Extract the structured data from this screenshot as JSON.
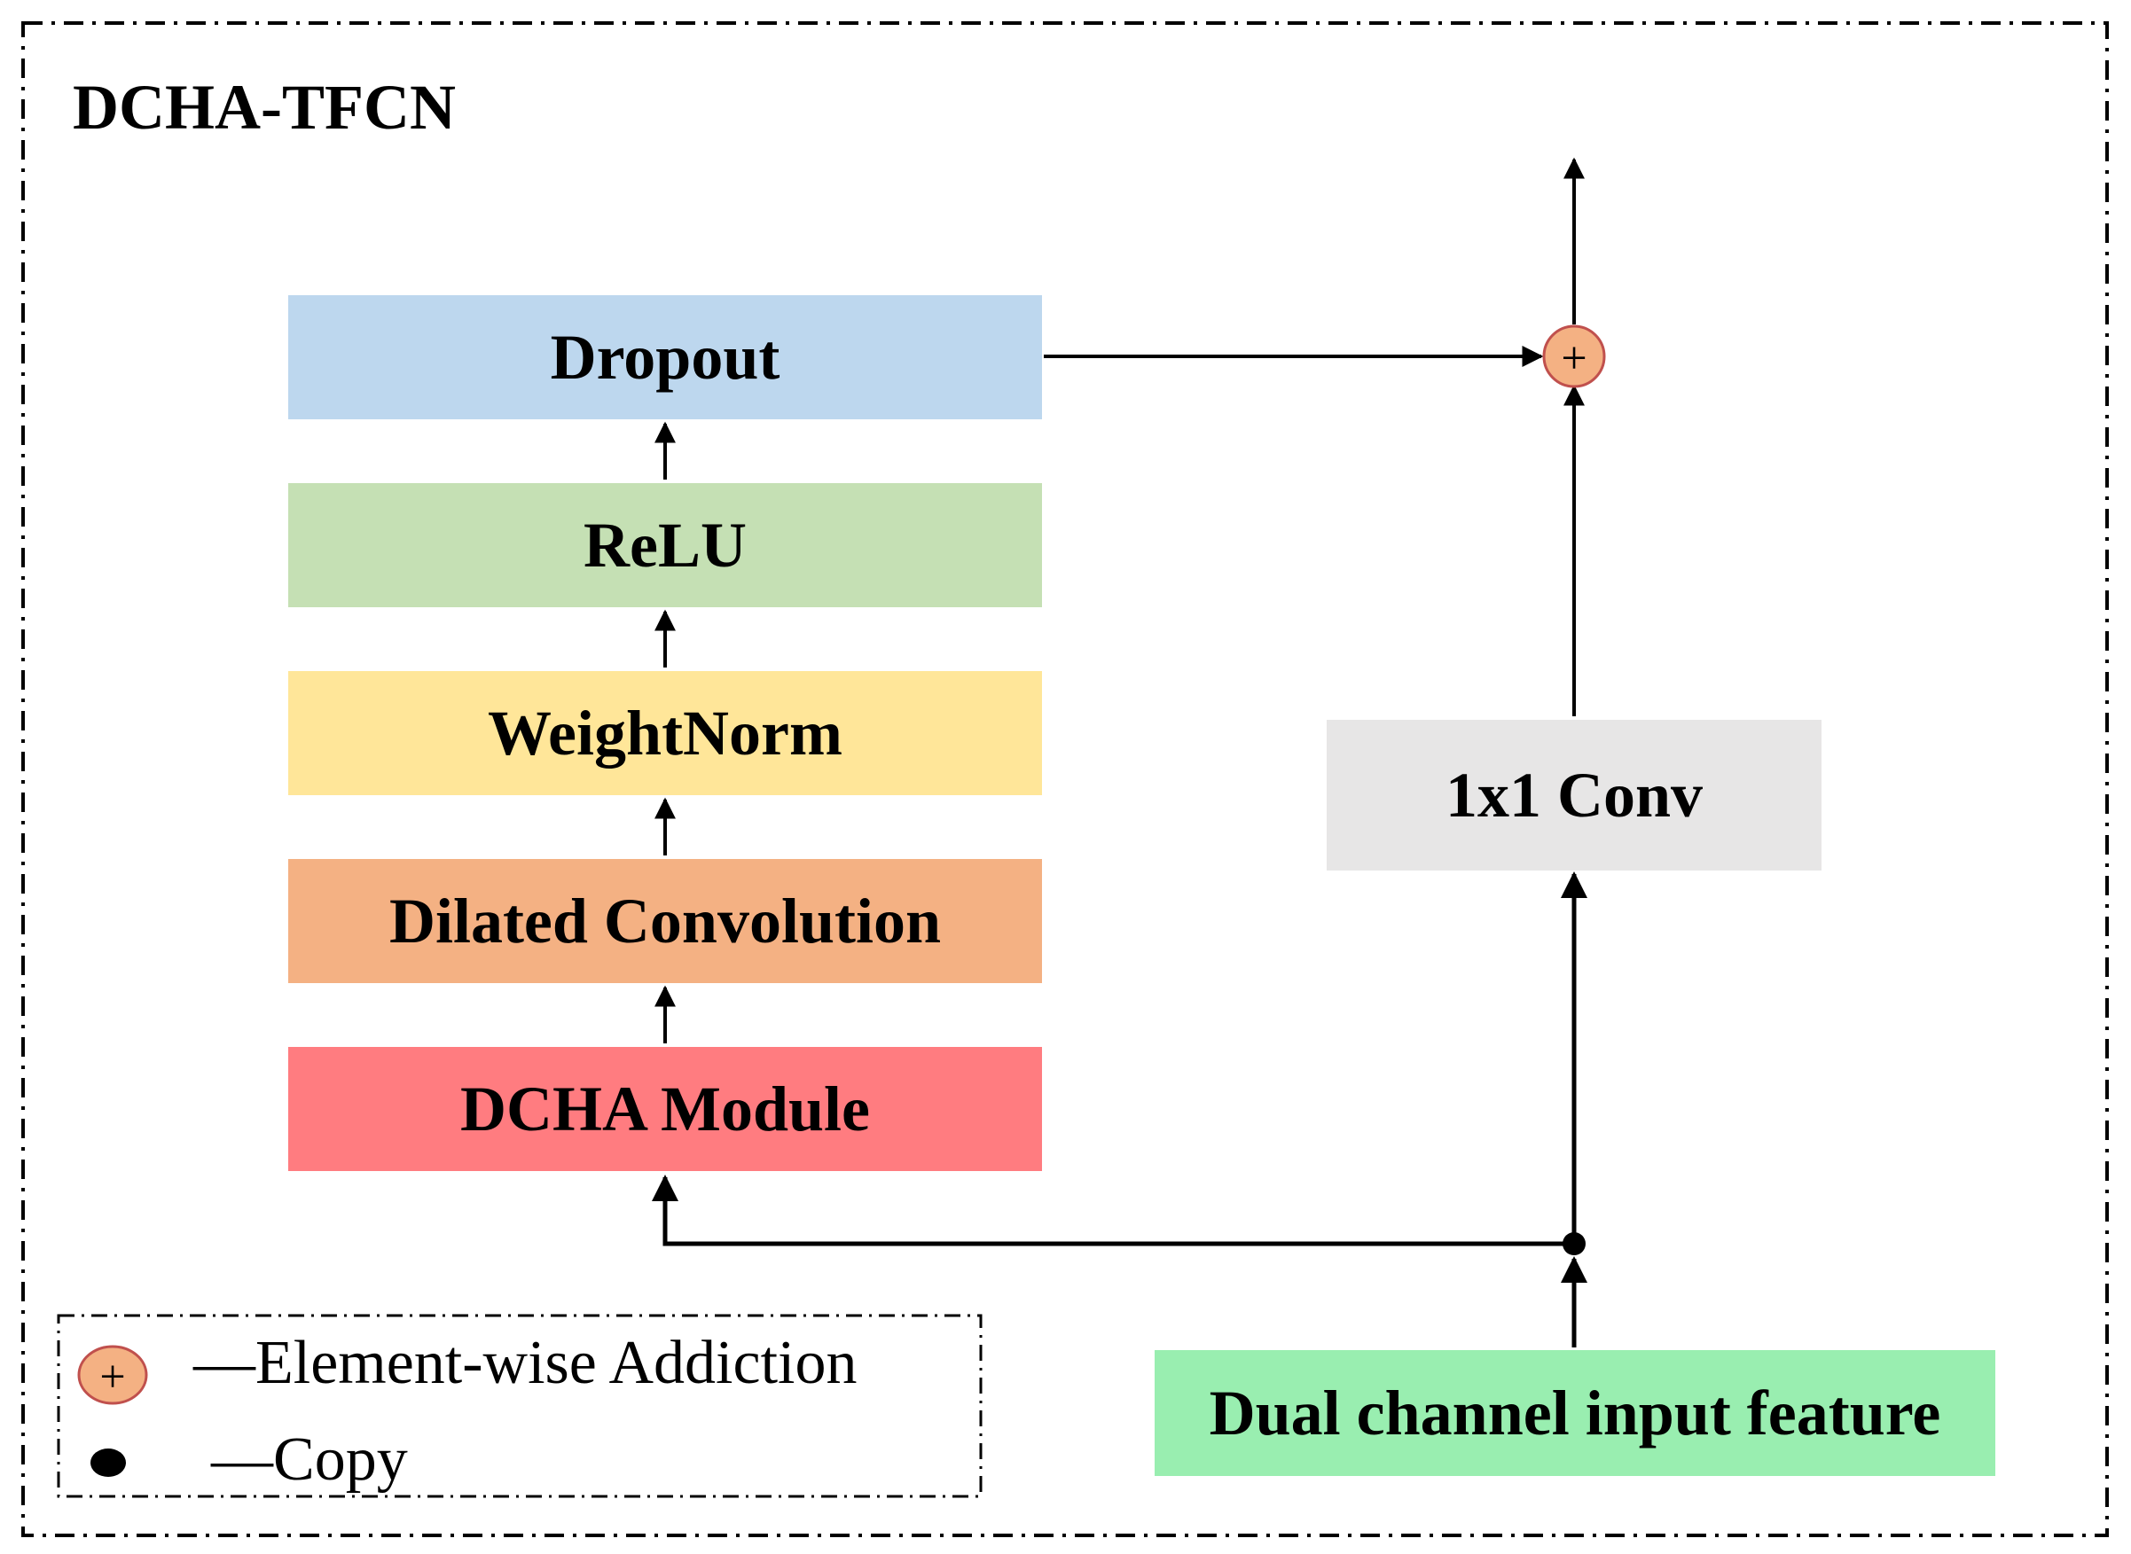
{
  "title": "DCHA-TFCN",
  "blocks": {
    "dropout": {
      "label": "Dropout",
      "color": "#bdd7ee"
    },
    "relu": {
      "label": "ReLU",
      "color": "#c5e0b4"
    },
    "weightnorm": {
      "label": "WeightNorm",
      "color": "#ffe699"
    },
    "dilated_conv": {
      "label": "Dilated Convolution",
      "color": "#f4b183"
    },
    "dcha_module": {
      "label": "DCHA Module",
      "color": "#ff7c80"
    },
    "conv1x1": {
      "label": "1x1 Conv",
      "color": "#e7e6e6"
    },
    "input_feature": {
      "label": "Dual channel input feature",
      "color": "#99eeb0"
    }
  },
  "adder": {
    "symbol": "+",
    "color": "#f4b183"
  },
  "legend": {
    "addition": "—Element-wise  Addiction",
    "copy": "—Copy"
  }
}
